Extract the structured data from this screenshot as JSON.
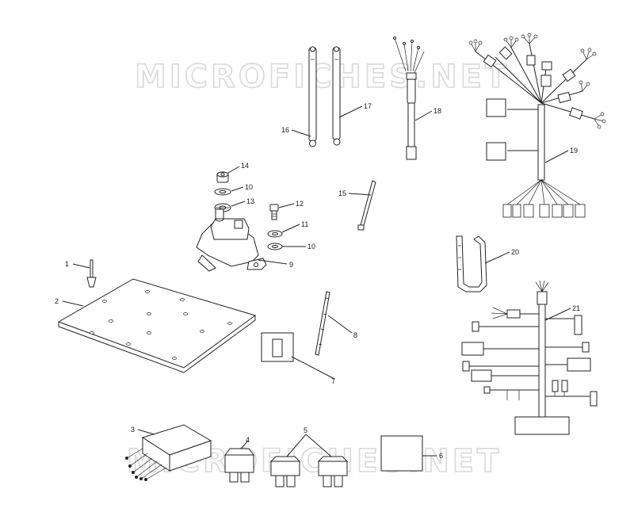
{
  "watermark": {
    "top": "MICROFICHES.NET",
    "bottom": "MICROFICHES.NET"
  },
  "callouts": {
    "c1": "1",
    "c2": "2",
    "c3": "3",
    "c4": "4",
    "c5": "5",
    "c6": "6",
    "c7": "7",
    "c8": "8",
    "c9": "9",
    "c10a": "10",
    "c10b": "10",
    "c11": "11",
    "c12": "12",
    "c13": "13",
    "c14": "14",
    "c15": "15",
    "c16": "16",
    "c17": "17",
    "c18": "18",
    "c19": "19",
    "c20": "20",
    "c21": "21"
  }
}
